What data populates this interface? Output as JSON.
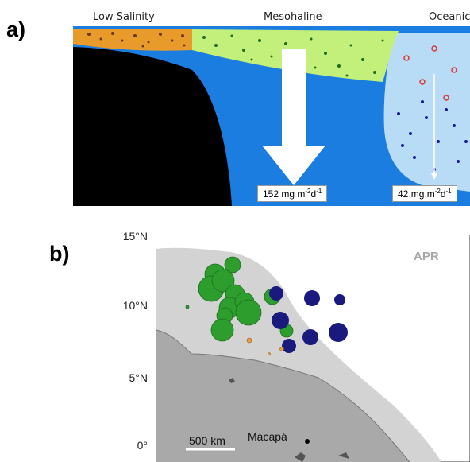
{
  "panel_a": {
    "label": "a)",
    "zones": [
      "Low Salinity",
      "Mesohaline",
      "Oceanic"
    ],
    "fluxes": [
      {
        "value": "152",
        "unit": "mg m",
        "exp1": "-2",
        "mid": "d",
        "exp2": "-1"
      },
      {
        "value": "42",
        "unit": "mg m",
        "exp1": "-2",
        "mid": "d",
        "exp2": "-1"
      }
    ],
    "colors": {
      "low_salinity": "#e89b2a",
      "mesohaline": "#c2f07a",
      "oceanic": "#b9dcf6",
      "water": "#1b7de0",
      "seafloor": "#000000"
    }
  },
  "panel_b": {
    "label": "b)",
    "month": "APR",
    "lat_labels": [
      "15°N",
      "10°N",
      "5°N",
      "0°"
    ],
    "scale_bar": "500 km",
    "city": "Macapá",
    "colors": {
      "green_station": "#2d9e2d",
      "blue_station": "#1a1a7e",
      "orange_station": "#e0a040",
      "land": "#a9a9a9",
      "plume": "#d3d3d3"
    }
  }
}
